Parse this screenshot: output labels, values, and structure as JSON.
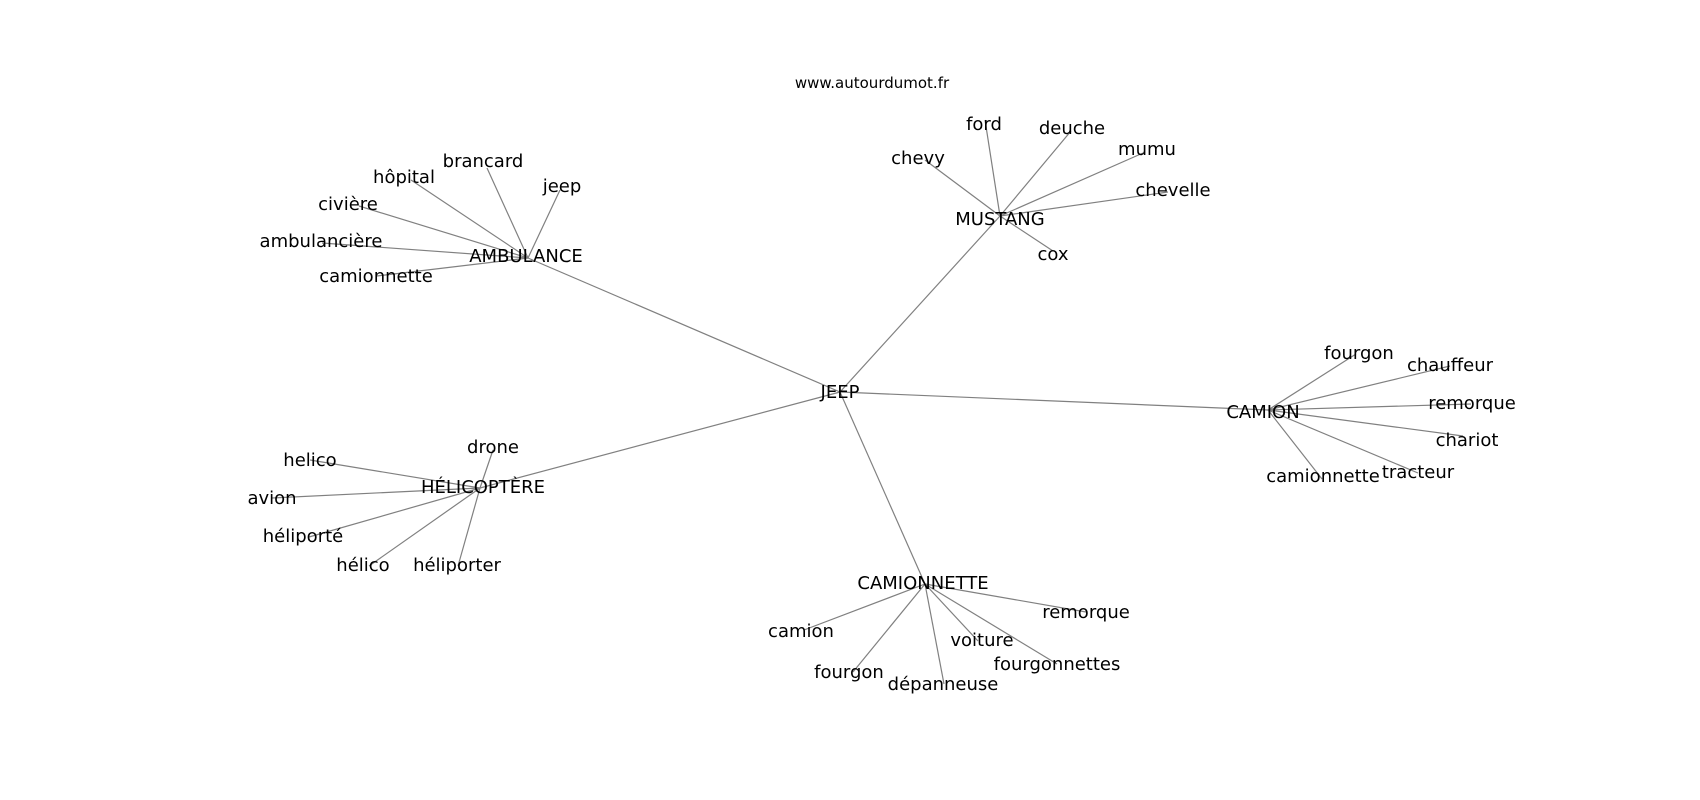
{
  "credit": "www.autourdumot.fr",
  "center": "JEEP",
  "clusters": [
    {
      "hub": "AMBULANCE",
      "leaves": [
        "jeep",
        "brancard",
        "hôpital",
        "civière",
        "ambulancière",
        "camionnette"
      ]
    },
    {
      "hub": "MUSTANG",
      "leaves": [
        "ford",
        "deuche",
        "mumu",
        "chevy",
        "chevelle",
        "cox"
      ]
    },
    {
      "hub": "CAMION",
      "leaves": [
        "fourgon",
        "chauffeur",
        "remorque",
        "chariot",
        "tracteur",
        "camionnette"
      ]
    },
    {
      "hub": "HÉLICOPTÈRE",
      "leaves": [
        "drone",
        "helico",
        "avion",
        "héliporté",
        "hélico",
        "héliporter"
      ]
    },
    {
      "hub": "CAMIONNETTE",
      "leaves": [
        "remorque",
        "camion",
        "voiture",
        "fourgonnettes",
        "fourgon",
        "dépanneuse"
      ]
    }
  ]
}
